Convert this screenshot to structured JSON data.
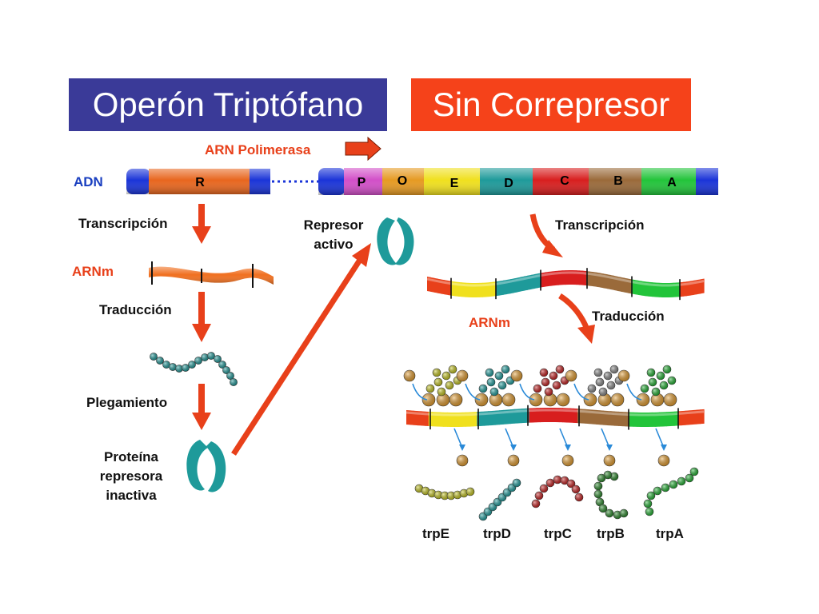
{
  "titles": {
    "left": "Operón Triptófano",
    "right": "Sin Correpresor"
  },
  "labels": {
    "rna_polymerase": "ARN Polimerasa",
    "dna": "ADN",
    "transcription_left": "Transcripción",
    "mrna_left": "ARNm",
    "translation_left": "Traducción",
    "folding": "Plegamiento",
    "inactive_repressor": "Proteína represora inactiva",
    "active_repressor": "Represor activo",
    "transcription_right": "Transcripción",
    "translation_right": "Traducción",
    "mrna_right": "ARNm"
  },
  "dna_segments": [
    {
      "label": "R",
      "color": "#e8661e"
    },
    {
      "label": "P",
      "color": "#d24fc8"
    },
    {
      "label": "O",
      "color": "#e69a22"
    },
    {
      "label": "E",
      "color": "#f0e01e"
    },
    {
      "label": "D",
      "color": "#1e9a9a"
    },
    {
      "label": "C",
      "color": "#d81e1e"
    },
    {
      "label": "B",
      "color": "#9a6a3a"
    },
    {
      "label": "A",
      "color": "#22c43a"
    }
  ],
  "proteins": [
    {
      "label": "trpE",
      "color": "#c8c81e"
    },
    {
      "label": "trpD",
      "color": "#1ea0a0"
    },
    {
      "label": "trpC",
      "color": "#c81e1e"
    },
    {
      "label": "trpB",
      "color": "#2a8a2a"
    },
    {
      "label": "trpA",
      "color": "#22b432"
    }
  ],
  "colors": {
    "title_left_bg": "#3a3a98",
    "title_right_bg": "#f5421a",
    "arrow": "#e8401a",
    "dna_blue": "#1a34d8",
    "ribosome": "#e8a030"
  }
}
